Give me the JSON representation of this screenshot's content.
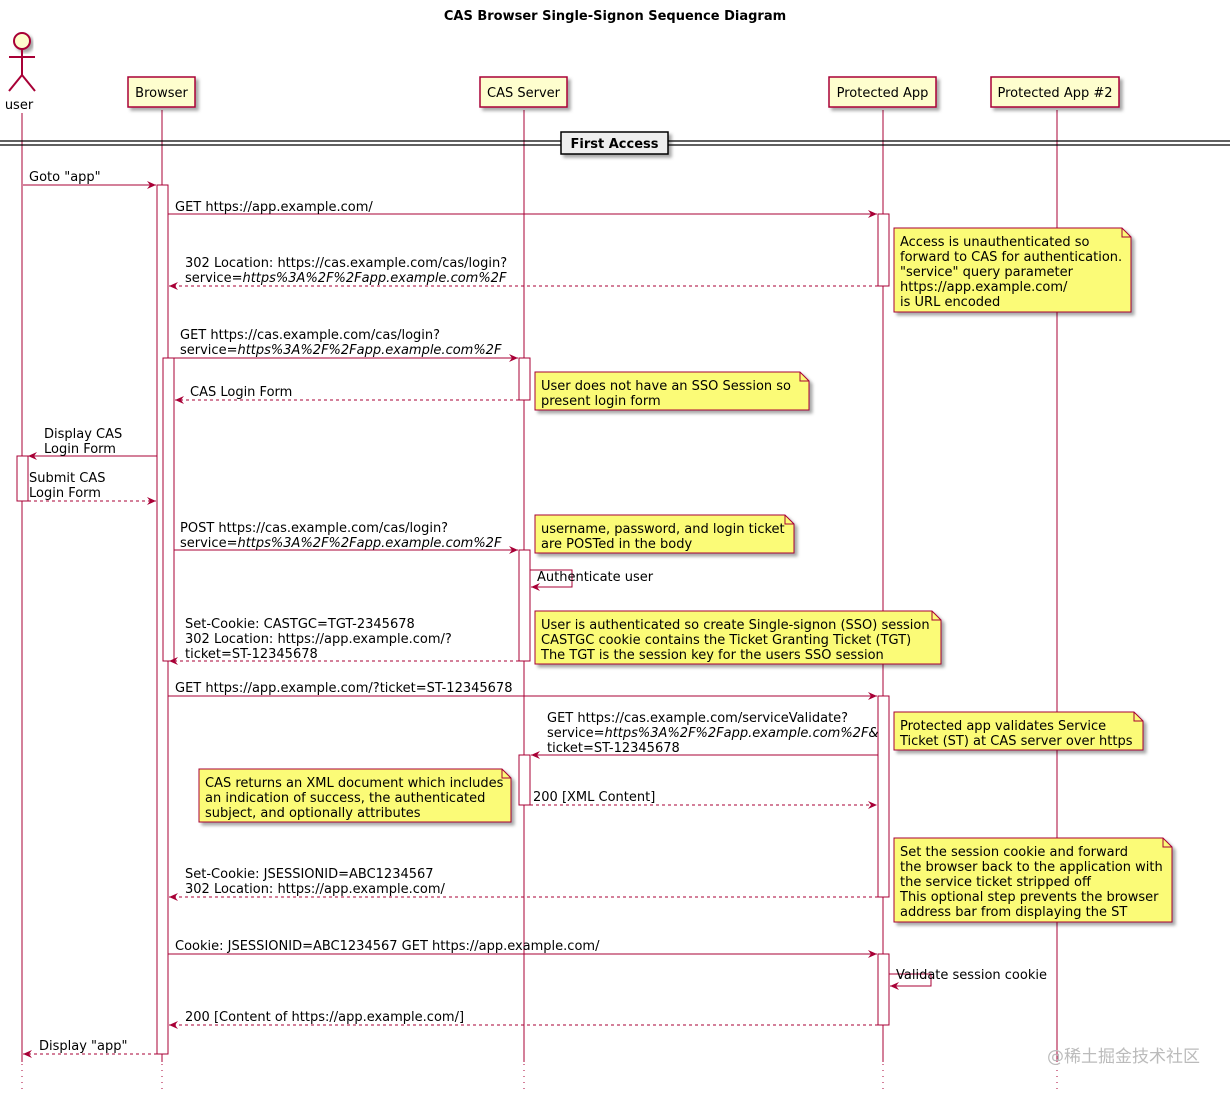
{
  "title": "CAS Browser Single-Signon Sequence Diagram",
  "colors": {
    "arrow": "#A80036",
    "participant_fill": "#FEFECE",
    "participant_border": "#A80036",
    "note_fill": "#FBFB77",
    "note_border": "#A80036",
    "lifeline": "#A80036",
    "activation_fill": "#FFFFFF"
  },
  "actor": {
    "label": "user"
  },
  "participants": [
    {
      "id": "browser",
      "label": "Browser"
    },
    {
      "id": "cas",
      "label": "CAS Server"
    },
    {
      "id": "app",
      "label": "Protected App"
    },
    {
      "id": "app2",
      "label": "Protected App #2"
    }
  ],
  "divider": {
    "label": "First Access"
  },
  "messages": [
    {
      "from": "user",
      "to": "browser",
      "style": "solid",
      "lines": [
        "Goto \"app\""
      ]
    },
    {
      "from": "browser",
      "to": "app",
      "style": "solid",
      "lines": [
        "GET https://app.example.com/"
      ]
    },
    {
      "from": "app",
      "to": "browser",
      "style": "dashed",
      "lines": [
        "302 Location: https://cas.example.com/cas/login?"
      ],
      "extra": {
        "prefix": "service=",
        "italic": "https%3A%2F%2Fapp.example.com%2F"
      }
    },
    {
      "from": "browser",
      "to": "cas",
      "style": "solid",
      "lines": [
        "GET https://cas.example.com/cas/login?"
      ],
      "extra": {
        "prefix": "service=",
        "italic": "https%3A%2F%2Fapp.example.com%2F"
      }
    },
    {
      "from": "cas",
      "to": "browser",
      "style": "dashed",
      "lines": [
        "CAS Login Form"
      ]
    },
    {
      "from": "browser",
      "to": "user",
      "style": "solid",
      "lines": [
        "Display CAS",
        "Login Form"
      ]
    },
    {
      "from": "user",
      "to": "browser",
      "style": "dashed",
      "lines": [
        "Submit CAS",
        "Login Form"
      ]
    },
    {
      "from": "browser",
      "to": "cas",
      "style": "solid",
      "lines": [
        "POST https://cas.example.com/cas/login?"
      ],
      "extra": {
        "prefix": "service=",
        "italic": "https%3A%2F%2Fapp.example.com%2F"
      }
    },
    {
      "from": "cas",
      "to": "cas",
      "style": "self",
      "lines": [
        "Authenticate user"
      ]
    },
    {
      "from": "cas",
      "to": "browser",
      "style": "dashed",
      "lines": [
        "Set-Cookie: CASTGC=TGT-2345678",
        "302 Location: https://app.example.com/?",
        "ticket=ST-12345678"
      ]
    },
    {
      "from": "browser",
      "to": "app",
      "style": "solid",
      "lines": [
        "GET https://app.example.com/?ticket=ST-12345678"
      ]
    },
    {
      "from": "app",
      "to": "cas",
      "style": "solid",
      "lines": [
        "GET https://cas.example.com/serviceValidate?"
      ],
      "extra": {
        "prefix": "service=",
        "italic": "https%3A%2F%2Fapp.example.com%2F&"
      },
      "after": [
        "ticket=ST-12345678"
      ]
    },
    {
      "from": "cas",
      "to": "app",
      "style": "dashed",
      "lines": [
        "200 [XML Content]"
      ]
    },
    {
      "from": "app",
      "to": "browser",
      "style": "dashed",
      "lines": [
        "Set-Cookie: JSESSIONID=ABC1234567",
        "302 Location: https://app.example.com/"
      ]
    },
    {
      "from": "browser",
      "to": "app",
      "style": "solid",
      "lines": [
        "Cookie: JSESSIONID=ABC1234567 GET https://app.example.com/"
      ]
    },
    {
      "from": "app",
      "to": "app",
      "style": "self",
      "lines": [
        "Validate session cookie"
      ]
    },
    {
      "from": "app",
      "to": "browser",
      "style": "dashed",
      "lines": [
        "200 [Content of https://app.example.com/]"
      ]
    },
    {
      "from": "browser",
      "to": "user",
      "style": "dashed",
      "lines": [
        "Display \"app\""
      ]
    }
  ],
  "notes": [
    {
      "lines": [
        "Access is unauthenticated so",
        "forward to CAS for authentication.",
        "\"service\" query parameter",
        "https://app.example.com/",
        "is URL encoded"
      ]
    },
    {
      "lines": [
        "User does not have an SSO Session so",
        "present login form"
      ]
    },
    {
      "lines": [
        "username, password, and login ticket",
        "are POSTed in the body"
      ]
    },
    {
      "lines": [
        "User is authenticated so create Single-signon (SSO) session",
        "CASTGC cookie contains the Ticket Granting Ticket (TGT)",
        "The TGT is the session key for the users SSO session"
      ]
    },
    {
      "lines": [
        "Protected app validates Service",
        "Ticket (ST) at CAS server over https"
      ]
    },
    {
      "lines": [
        "CAS returns an XML document which includes",
        "an indication of success, the authenticated",
        "subject, and optionally attributes"
      ]
    },
    {
      "lines": [
        "Set the session cookie and forward",
        "the browser back to the application with",
        "the service ticket stripped off",
        "This optional step prevents the browser",
        "address bar from displaying the ST"
      ]
    }
  ],
  "watermark": "@稀土掘金技术社区"
}
